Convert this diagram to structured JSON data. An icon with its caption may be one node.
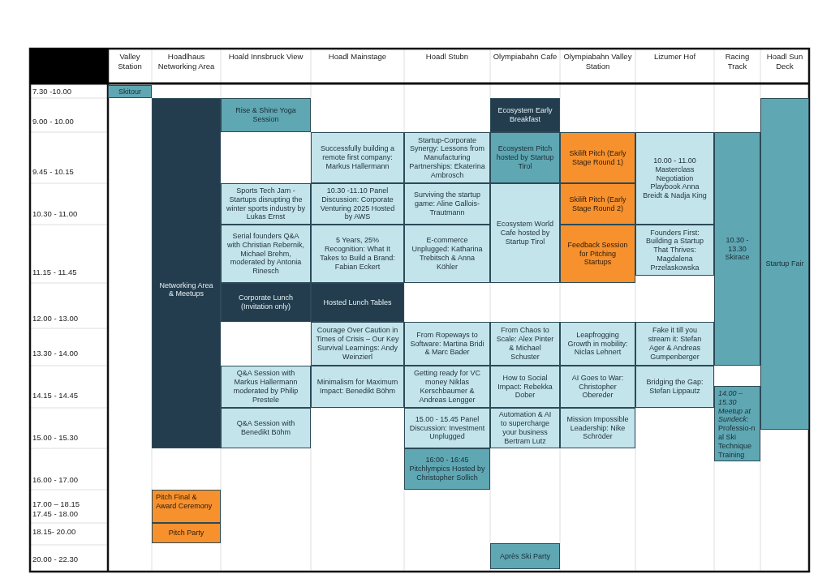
{
  "diagram": {
    "nodes": [
      {
        "text": [
          "Skitour"
        ]
      },
      {
        "text": [
          "Rise & Shine Yoga Session"
        ]
      },
      {
        "text": [
          "Networking Area & Meetups"
        ]
      },
      {
        "text": [
          "Ecosystem Early Breakfast"
        ]
      },
      {
        "text": [
          "Startup Fair"
        ]
      },
      {
        "text": [
          "Successfully building a remote first company: Markus Hallermann"
        ]
      },
      {
        "text": [
          "Startup-Corporate Synergy: Lessons from Manufacturing Partnerships: Ekaterina Ambrosch"
        ]
      },
      {
        "text": [
          "Ecosystem Pitch hosted by Startup Tirol"
        ]
      },
      {
        "text": [
          "Skilift Pitch (Early Stage Round 1)"
        ]
      },
      {
        "text": [
          "10.00 - 11.00 Masterclass Negotiation Playbook Anna Breidt & Nadja King"
        ]
      },
      {
        "text": [
          "10.30 - 13.30 Skirace"
        ]
      },
      {
        "text": [
          "Sports Tech Jam - Startups disrupting the winter sports industry by Lukas Ernst"
        ]
      },
      {
        "text": [
          "10.30 -11.10 Panel Discussion: Corporate Venturing 2025 Hosted by AWS"
        ]
      },
      {
        "text": [
          "Surviving the startup game: Aline Gallois-Trautmann"
        ]
      },
      {
        "text": [
          "Ecosystem World Cafe hosted by Startup Tirol"
        ]
      },
      {
        "text": [
          "Skilift Pitch (Early Stage Round 2)"
        ]
      },
      {
        "text": [
          "Serial founders Q&A with Christian Rebernik, Michael Brehm, moderated by Antonia Rinesch"
        ]
      },
      {
        "text": [
          "5 Years, 25% Recognition: What It Takes to Build a Brand: Fabian Eckert"
        ]
      },
      {
        "text": [
          "E-commerce Unplugged: Katharina Trebitsch & Anna Köhler"
        ]
      },
      {
        "text": [
          "Feedback Session for Pitching Startups"
        ]
      },
      {
        "text": [
          "Founders First: Building a Startup That Thrives: Magdalena Przelaskowska"
        ]
      },
      {
        "text": [
          "Corporate Lunch (Invitation only)"
        ]
      },
      {
        "text": [
          "Hosted Lunch Tables"
        ]
      },
      {
        "text": [
          "Courage Over Caution in Times of Crisis – Our Key Survival Learnings: Andy Weinzierl"
        ]
      },
      {
        "text": [
          "From Ropeways to Software: Martina Bridi & Marc Bader"
        ]
      },
      {
        "text": [
          "From Chaos to Scale: Alex Pinter & Michael Schuster"
        ]
      },
      {
        "text": [
          "Leapfrogging Growth in mobility: Niclas Lehnert"
        ]
      },
      {
        "text": [
          "Fake it till you stream it:  Stefan Ager & Andreas Gumpenberger"
        ]
      },
      {
        "text": [
          "Q&A Session with Markus Hallermann moderated by Philip Prestele"
        ]
      },
      {
        "text": [
          "Minimalism for Maximum Impact: Benedikt Böhm"
        ]
      },
      {
        "text": [
          "Getting ready for VC money Niklas Kerschbaumer & Andreas Lengger"
        ]
      },
      {
        "text": [
          "How to Social Impact: Rebekka Dober"
        ]
      },
      {
        "text": [
          "AI Goes to War: Christopher Obereder"
        ]
      },
      {
        "text": [
          "Bridging the Gap: Stefan Lippautz"
        ]
      },
      {
        "text": [
          "*14.00 – 15.30 Meetup at Sundeck*: Professio-n al Ski Technique Training"
        ]
      },
      {
        "text": [
          "Q&A Session with Benedikt Böhm"
        ]
      },
      {
        "text": [
          "15.00 - 15.45 Panel Discussion: Investment Unplugged"
        ]
      },
      {
        "text": [
          "Automation & AI to supercharge your business Bertram Lutz"
        ]
      },
      {
        "text": [
          "Mission Impossible Leadership: Nike Schröder"
        ]
      },
      {
        "text": [
          "16:00 - 16:45 Pitchlympics Hosted by Christopher Sollich"
        ]
      },
      {
        "text": [
          "Pitch Final & Award Ceremony"
        ]
      },
      {
        "text": [
          "Pitch Party"
        ]
      },
      {
        "text": [
          "Après Ski Party"
        ]
      }
    ],
    "labels": [
      "Valley Station",
      "Hoadlhaus Networking Area",
      "Hoald Innsbruck View",
      "Hoadl Mainstage",
      "Hoadl Stubn",
      "Olympiabahn Cafe",
      "Olympiabahn Valley Station",
      "Lizumer Hof",
      "Racing Track",
      "Hoadl Sun Deck",
      "7.30 -10.00",
      "9.00 - 10.00",
      "9.45 - 10.15",
      "10.30 - 11.00",
      "11.15 - 11.45",
      "12.00 - 13.00",
      "13.30 - 14.00",
      "14.15 - 14.45",
      "15.00 - 15.30",
      "16.00 - 17.00",
      "17.00 – 18.15",
      "17.45 - 18.00",
      "18.15- 20.00",
      "20.00 - 22.30"
    ]
  }
}
